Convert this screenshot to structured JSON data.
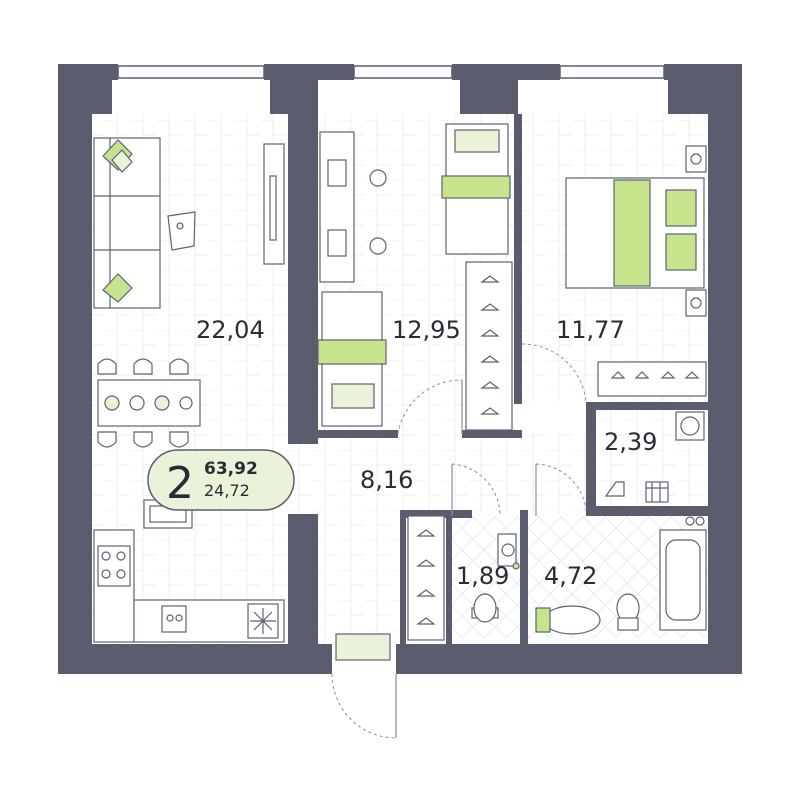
{
  "summary": {
    "rooms": "2",
    "total_area": "63,92",
    "living_area": "24,72"
  },
  "rooms": {
    "living_kitchen": "22,04",
    "bedroom_children": "12,95",
    "bedroom_master": "11,77",
    "hall": "8,16",
    "laundry": "2,39",
    "toilet": "1,89",
    "bathroom": "4,72"
  },
  "colors": {
    "wall": "#595d6e",
    "accent": "#c6e48b",
    "accent_light": "#eaf3d9",
    "floor": "#ffffff",
    "plank_line": "#ececef",
    "furniture_line": "#5e6272",
    "text": "#2b2b35"
  }
}
